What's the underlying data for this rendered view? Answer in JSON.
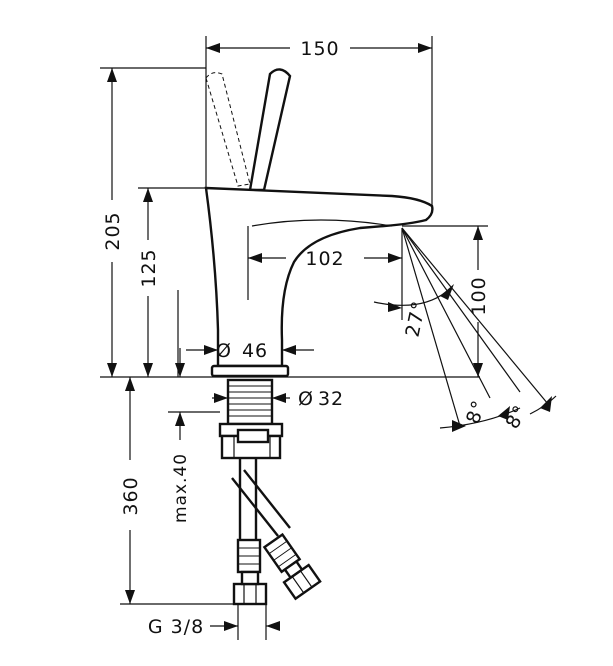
{
  "dimensions": {
    "overall_width": "150",
    "overall_height": "205",
    "spout_height": "125",
    "spout_reach": "102",
    "spray_drop": "100",
    "spray_angle": "27°",
    "base_diameter": "46",
    "thread_diameter": "32",
    "below_deck_length": "360",
    "max_deck_thickness": "max.40",
    "connection_thread": "G 3/8",
    "swivel_angle_1": "8°",
    "swivel_angle_2": "8°"
  },
  "symbols": {
    "diameter": "Ø"
  }
}
